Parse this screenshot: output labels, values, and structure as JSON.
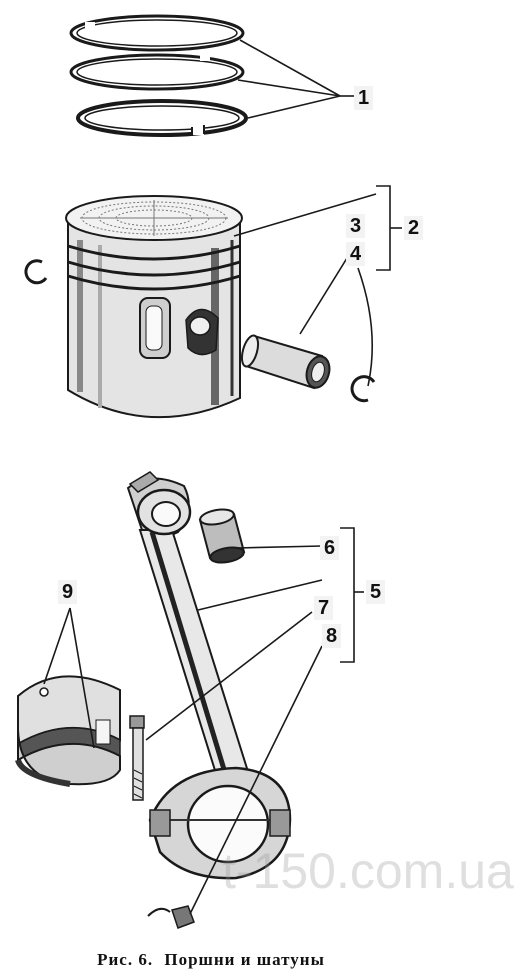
{
  "callouts": {
    "c1": "1",
    "c2": "2",
    "c3": "3",
    "c4": "4",
    "c5": "5",
    "c6": "6",
    "c7": "7",
    "c8": "8",
    "c9": "9"
  },
  "caption": {
    "label": "Рис. 6.",
    "title": "Поршни и шатуны"
  },
  "watermark": "t-150.com.ua",
  "colors": {
    "ink": "#1a1a1a",
    "shade": "#555555",
    "light": "#d8d8d8",
    "watermark": "#969696"
  }
}
